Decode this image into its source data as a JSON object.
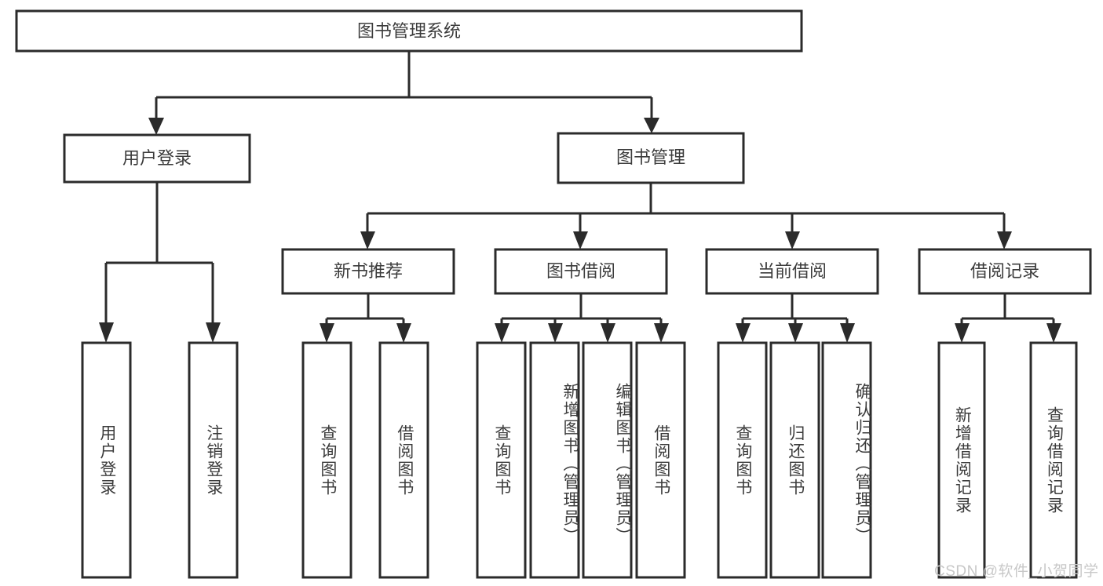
{
  "diagram": {
    "type": "tree-hierarchy",
    "title": "图书管理系统",
    "watermark": "CSDN @软件_小贺同学",
    "colors": {
      "box_stroke": "#2b2b2b",
      "box_fill": "#ffffff",
      "text": "#3c3c3c",
      "watermark": "#c8c8c8",
      "background": "#ffffff"
    },
    "root": {
      "label": "图书管理系统"
    },
    "level2": [
      {
        "label": "用户登录"
      },
      {
        "label": "图书管理"
      }
    ],
    "level3": [
      {
        "label": "新书推荐"
      },
      {
        "label": "图书借阅"
      },
      {
        "label": "当前借阅"
      },
      {
        "label": "借阅记录"
      }
    ],
    "leaves_user_login": [
      {
        "label": "用户登录"
      },
      {
        "label": "注销登录"
      }
    ],
    "leaves_new_book": [
      {
        "label": "查询图书"
      },
      {
        "label": "借阅图书"
      }
    ],
    "leaves_borrow": [
      {
        "label": "查询图书"
      },
      {
        "label": "新增图书（管理员）"
      },
      {
        "label": "编辑图书（管理员）"
      },
      {
        "label": "借阅图书"
      }
    ],
    "leaves_current": [
      {
        "label": "查询图书"
      },
      {
        "label": "归还图书"
      },
      {
        "label": "确认归还（管理员）"
      }
    ],
    "leaves_record": [
      {
        "label": "新增借阅记录"
      },
      {
        "label": "查询借阅记录"
      }
    ]
  }
}
